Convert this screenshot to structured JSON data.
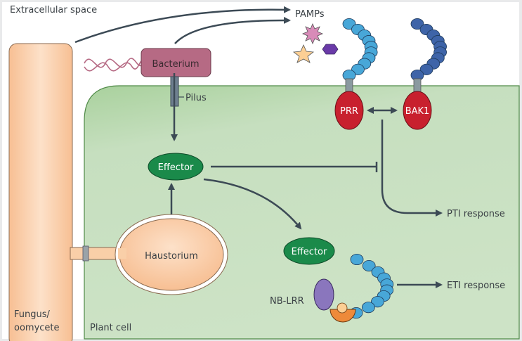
{
  "labels": {
    "extracellular": "Extracellular space",
    "pamps": "PAMPs",
    "bacterium": "Bacterium",
    "pilus": "Pilus",
    "effector_1": "Effector",
    "effector_2": "Effector",
    "prr": "PRR",
    "bak1": "BAK1",
    "pti": "PTI response",
    "eti": "ETI response",
    "nblrr": "NB-LRR",
    "haustorium": "Haustorium",
    "fungus_line1": "Fungus/",
    "fungus_line2": "oomycete",
    "plant_cell": "Plant cell"
  },
  "colors": {
    "plant_cell": "#c5dfbd",
    "plant_cell_edge": "#74b46a",
    "fungus": "#f9c9a0",
    "bacterium": "#b66a84",
    "effector": "#1a8a4a",
    "receptor": "#c8202e",
    "prr_beads": "#48a7d8",
    "bak1_beads": "#3e64a8",
    "nblrr": "#8a76bd",
    "arrow": "#3c4a55"
  }
}
